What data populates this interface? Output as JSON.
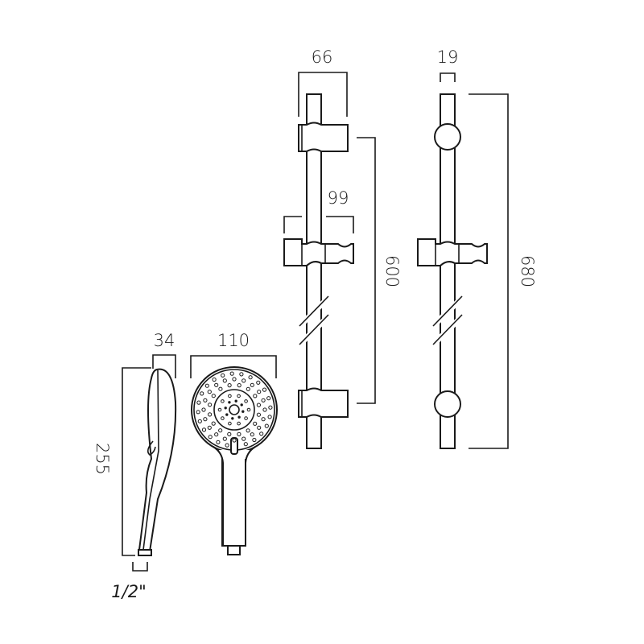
{
  "dimensions": {
    "rail_bracket_width": "66",
    "holder_width": "99",
    "bracket_spacing": "600",
    "rail_diameter": "19",
    "rail_length": "680",
    "handset_depth": "34",
    "handset_head_width": "110",
    "handset_length": "255",
    "thread_size": "1/2\""
  },
  "colors": {
    "line": "#1a1a1a",
    "background": "#ffffff"
  }
}
